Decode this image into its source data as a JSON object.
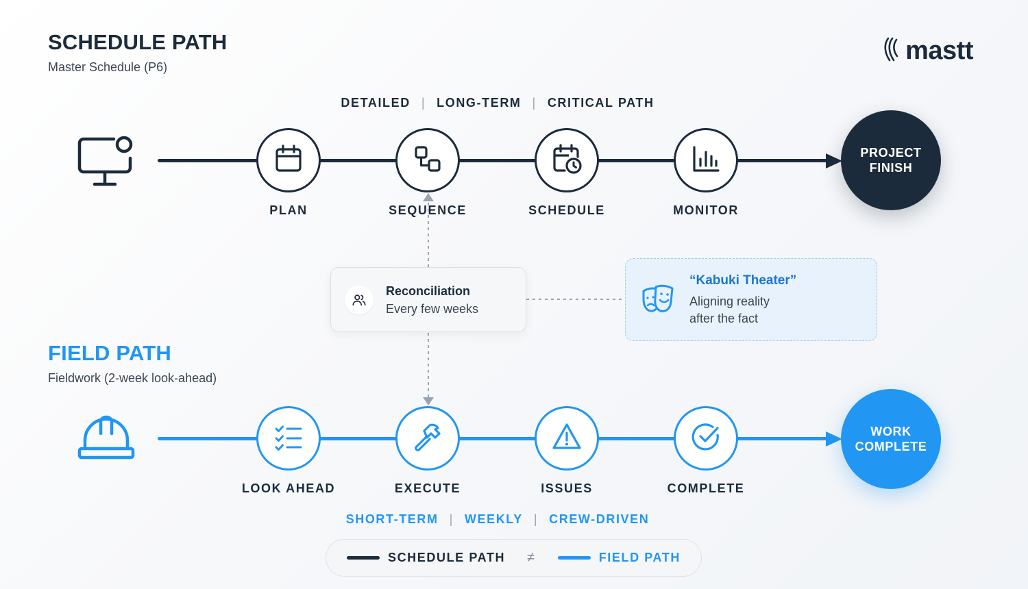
{
  "schedule": {
    "title": "SCHEDULE PATH",
    "subtitle": "Master Schedule (P6)",
    "tags": [
      "DETAILED",
      "LONG-TERM",
      "CRITICAL PATH"
    ],
    "steps": [
      {
        "label": "PLAN",
        "icon": "calendar-icon"
      },
      {
        "label": "SEQUENCE",
        "icon": "sequence-icon"
      },
      {
        "label": "SCHEDULE",
        "icon": "calendar-clock-icon"
      },
      {
        "label": "MONITOR",
        "icon": "bar-chart-icon"
      }
    ],
    "end_label": "PROJECT\nFINISH",
    "start_icon": "monitor-user-icon",
    "color": "#1c2b3b"
  },
  "field": {
    "title": "FIELD PATH",
    "subtitle": "Fieldwork (2-week look-ahead)",
    "tags": [
      "SHORT-TERM",
      "WEEKLY",
      "CREW-DRIVEN"
    ],
    "steps": [
      {
        "label": "LOOK AHEAD",
        "icon": "checklist-icon"
      },
      {
        "label": "EXECUTE",
        "icon": "hammer-icon"
      },
      {
        "label": "ISSUES",
        "icon": "warning-icon"
      },
      {
        "label": "COMPLETE",
        "icon": "check-circle-icon"
      }
    ],
    "end_label": "WORK\nCOMPLETE",
    "start_icon": "hard-hat-icon",
    "color": "#2196f3"
  },
  "reconciliation": {
    "title": "Reconciliation",
    "subtitle": "Every few weeks",
    "icon": "users-icon"
  },
  "kabuki": {
    "title": "“Kabuki Theater”",
    "line1": "Aligning reality",
    "line2": "after the fact",
    "icon": "theater-masks-icon"
  },
  "legend": {
    "schedule_label": "SCHEDULE PATH",
    "neq": "≠",
    "field_label": "FIELD PATH"
  },
  "logo": {
    "text": "mastt",
    "icon": "mastt-logo-icon"
  }
}
